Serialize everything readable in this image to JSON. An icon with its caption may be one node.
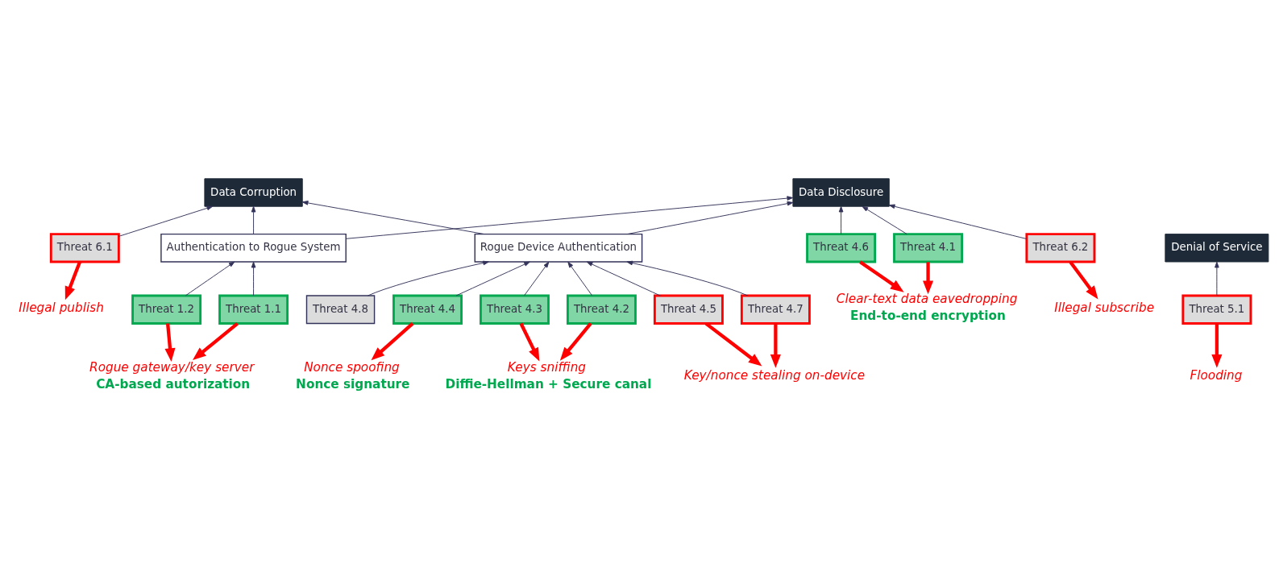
{
  "diagram": {
    "nodes": [
      {
        "text": [
          "Data Disclosure"
        ]
      },
      {
        "text": [
          "Data Corruption"
        ]
      },
      {
        "text": [
          "Denial of Service"
        ]
      },
      {
        "text": [
          "Authentication to Rogue System"
        ]
      },
      {
        "text": [
          "Rogue Device Authentication"
        ]
      },
      {
        "text": [
          "Threat 6.1"
        ]
      },
      {
        "text": [
          "Threat 5.1"
        ]
      },
      {
        "text": [
          "Threat 4.6"
        ]
      },
      {
        "text": [
          "Threat 4.1"
        ]
      },
      {
        "text": [
          "Threat 1.2"
        ]
      },
      {
        "text": [
          "Threat 1.1"
        ]
      },
      {
        "text": [
          "Threat 4.2"
        ]
      },
      {
        "text": [
          "Threat 4.3"
        ]
      },
      {
        "text": [
          "Threat 6.2"
        ]
      },
      {
        "text": [
          "Threat 4.4"
        ]
      },
      {
        "text": [
          "Threat 4.8"
        ]
      },
      {
        "text": [
          "Threat 4.5"
        ]
      },
      {
        "text": [
          "Threat 4.7"
        ]
      },
      {
        "text": [
          "Clear-text data eavedropping"
        ],
        "beside": [
          "End-to-end encryption"
        ]
      },
      {
        "text": [
          "Illegal publish"
        ]
      },
      {
        "text": [
          "Flooding"
        ]
      },
      {
        "text": [
          "Rogue gateway/key server"
        ],
        "beside": [
          "CA-based autorization"
        ]
      },
      {
        "text": [
          "Keys sniffing"
        ],
        "beside": [
          "Diffie-Hellman + Secure canal"
        ]
      },
      {
        "text": [
          "Illegal subscribe"
        ]
      },
      {
        "text": [
          "Nonce spoofing"
        ],
        "beside": [
          "Nonce signature"
        ]
      },
      {
        "text": [
          "Key/nonce stealing on-device"
        ]
      }
    ],
    "edges": [
      {
        "from": 13,
        "to": 0,
        "arrow": "to"
      },
      {
        "from": 8,
        "to": 0,
        "arrow": "to"
      },
      {
        "from": 7,
        "to": 0,
        "arrow": "to"
      },
      {
        "from": 3,
        "to": 0,
        "arrow": "to"
      },
      {
        "from": 4,
        "to": 0,
        "arrow": "to"
      },
      {
        "from": 3,
        "to": 1,
        "arrow": "to"
      },
      {
        "from": 4,
        "to": 1,
        "arrow": "to"
      },
      {
        "from": 5,
        "to": 1,
        "arrow": "to"
      },
      {
        "from": 6,
        "to": 2,
        "arrow": "to"
      },
      {
        "from": 9,
        "to": 3,
        "arrow": "to"
      },
      {
        "from": 10,
        "to": 3,
        "arrow": "to"
      },
      {
        "from": 11,
        "to": 4,
        "arrow": "to"
      },
      {
        "from": 12,
        "to": 4,
        "arrow": "to"
      },
      {
        "from": 14,
        "to": 4,
        "arrow": "to"
      },
      {
        "from": 15,
        "to": 4,
        "arrow": "to"
      },
      {
        "from": 16,
        "to": 4,
        "arrow": "to"
      },
      {
        "from": 17,
        "to": 4,
        "arrow": "to"
      },
      {
        "from": 7,
        "to": 18,
        "arrow": "to",
        "style": "thick",
        "color": "#ff0000"
      },
      {
        "from": 8,
        "to": 18,
        "arrow": "to",
        "style": "thick",
        "color": "#ff0000"
      },
      {
        "from": 5,
        "to": 19,
        "arrow": "to",
        "style": "thick",
        "color": "#ff0000"
      },
      {
        "from": 6,
        "to": 20,
        "arrow": "to",
        "style": "thick",
        "color": "#ff0000"
      },
      {
        "from": 9,
        "to": 21,
        "arrow": "to",
        "style": "thick",
        "color": "#ff0000"
      },
      {
        "from": 10,
        "to": 21,
        "arrow": "to",
        "style": "thick",
        "color": "#ff0000"
      },
      {
        "from": 11,
        "to": 22,
        "arrow": "to",
        "style": "thick",
        "color": "#ff0000"
      },
      {
        "from": 12,
        "to": 22,
        "arrow": "to",
        "style": "thick",
        "color": "#ff0000"
      },
      {
        "from": 13,
        "to": 23,
        "arrow": "to",
        "style": "thick",
        "color": "#ff0000"
      },
      {
        "from": 14,
        "to": 24,
        "arrow": "to",
        "style": "thick",
        "color": "#ff0000"
      },
      {
        "from": 16,
        "to": 25,
        "arrow": "to",
        "style": "thick",
        "color": "#ff0000"
      },
      {
        "from": 17,
        "to": 25,
        "arrow": "to",
        "style": "thick",
        "color": "#ff0000"
      }
    ]
  }
}
